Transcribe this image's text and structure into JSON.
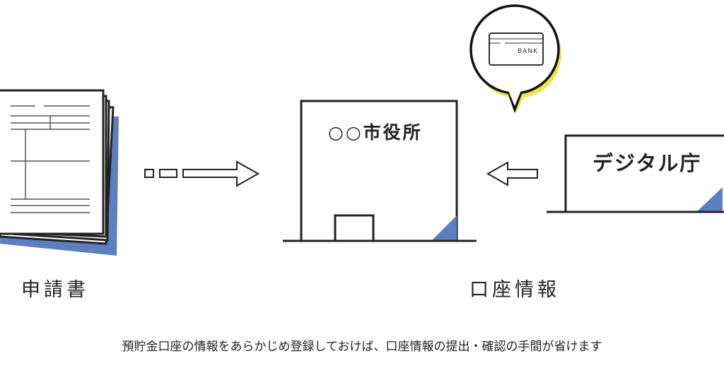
{
  "city_hall": {
    "label": "○○市役所"
  },
  "digital_agency": {
    "label": "デジタル庁"
  },
  "card": {
    "label": "BANK"
  },
  "labels": {
    "application": "申請書",
    "account_info": "口座情報"
  },
  "caption": "預貯金口座の情報をあらかじめ登録しておけば、口座情報の提出・確認の手間が省けます",
  "colors": {
    "accent_blue": "#5d7fc2",
    "accent_yellow": "#eee54a",
    "line": "#222222"
  }
}
